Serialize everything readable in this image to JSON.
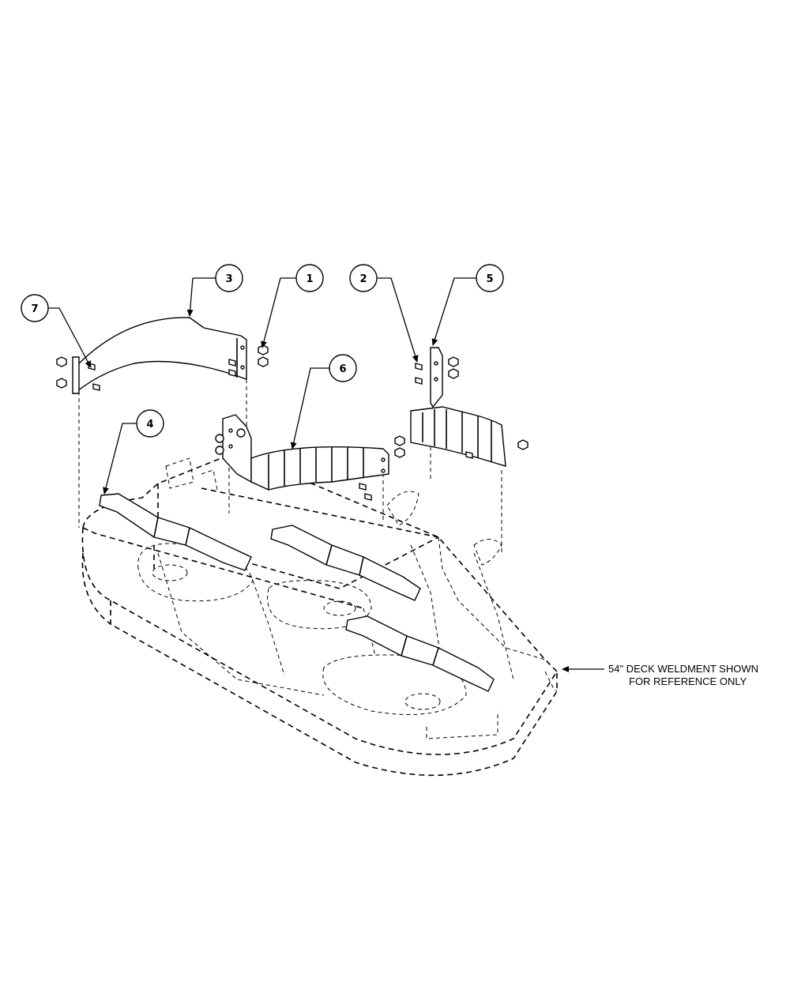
{
  "callouts": [
    {
      "id": "c1",
      "label": "1"
    },
    {
      "id": "c2",
      "label": "2"
    },
    {
      "id": "c3",
      "label": "3"
    },
    {
      "id": "c4",
      "label": "4"
    },
    {
      "id": "c5",
      "label": "5"
    },
    {
      "id": "c6",
      "label": "6"
    },
    {
      "id": "c7",
      "label": "7"
    }
  ],
  "note": {
    "line1": "54\" DECK WELDMENT SHOWN",
    "line2": "FOR REFERENCE ONLY"
  }
}
